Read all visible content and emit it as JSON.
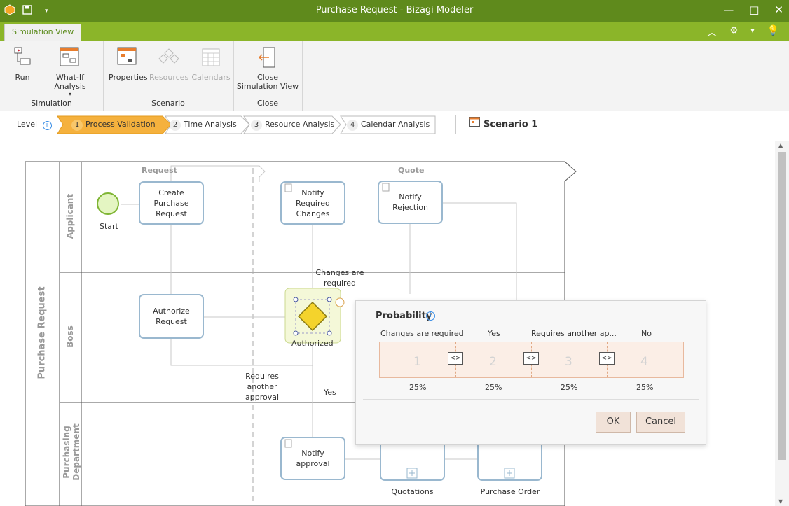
{
  "window": {
    "title": "Purchase Request - Bizagi Modeler"
  },
  "tab": "Simulation View",
  "ribbon": {
    "run": "Run",
    "whatif": "What-If Analysis",
    "simulation_group": "Simulation",
    "properties": "Properties",
    "resources": "Resources",
    "calendars": "Calendars",
    "scenario_group": "Scenario",
    "close_line1": "Close",
    "close_line2": "Simulation View",
    "close_group": "Close"
  },
  "level": {
    "label": "Level",
    "steps": [
      {
        "num": "1",
        "label": "Process Validation"
      },
      {
        "num": "2",
        "label": "Time Analysis"
      },
      {
        "num": "3",
        "label": "Resource Analysis"
      },
      {
        "num": "4",
        "label": "Calendar Analysis"
      }
    ],
    "scenario": "Scenario 1"
  },
  "diagram": {
    "pool": "Purchase Request",
    "lanes": [
      "Applicant",
      "Boss",
      "Purchasing Department"
    ],
    "lane3_line1": "Purchasing",
    "lane3_line2": "Department",
    "phase_request": "Request",
    "phase_quote": "Quote",
    "start": "Start",
    "tasks": {
      "create": [
        "Create",
        "Purchase",
        "Request"
      ],
      "notify_changes": [
        "Notify",
        "Required",
        "Changes"
      ],
      "notify_rejection": [
        "Notify",
        "Rejection"
      ],
      "authorize": [
        "Authorize",
        "Request"
      ],
      "notify_approval": [
        "Notify",
        "approval"
      ],
      "quotations": "Quotations",
      "purchase_order": "Purchase Order"
    },
    "gateway": "Authorized",
    "flow_changes": [
      "Changes are",
      "required"
    ],
    "flow_another": [
      "Requires",
      "another",
      "approval"
    ],
    "flow_yes": "Yes"
  },
  "probability": {
    "title": "Probability",
    "headers": [
      "Changes are required",
      "Yes",
      "Requires another ap...",
      "No"
    ],
    "numbers": [
      "1",
      "2",
      "3",
      "4"
    ],
    "percents": [
      "25%",
      "25%",
      "25%",
      "25%"
    ],
    "ok": "OK",
    "cancel": "Cancel"
  },
  "colors": {
    "titlebar": "#5f8a1c",
    "tabbar": "#8bb529",
    "accent": "#f5b13d"
  }
}
